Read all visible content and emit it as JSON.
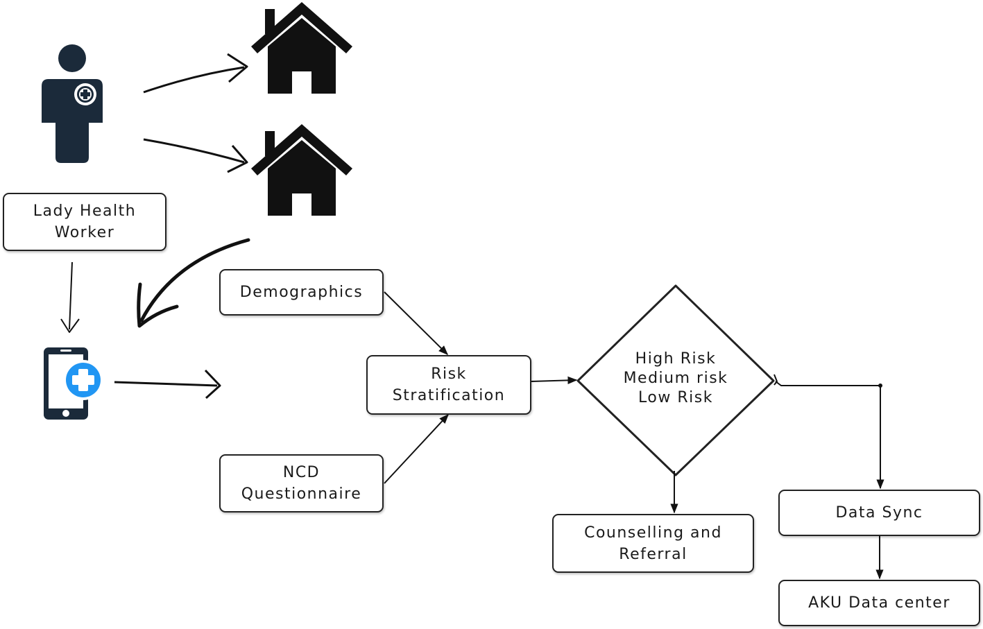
{
  "colors": {
    "icon_navy": "#1b2a3a",
    "accent_blue": "#2196f3",
    "line": "#111111",
    "box_border": "#222222"
  },
  "icons": {
    "worker": "health-worker-icon",
    "house": "house-icon",
    "phone": "mobile-health-app-icon"
  },
  "nodes": {
    "lady_health_worker": [
      "Lady Health",
      "Worker"
    ],
    "demographics": "Demographics",
    "ncd_questionnaire": [
      "NCD",
      "Questionnaire"
    ],
    "risk_stratification": [
      "Risk",
      "Stratification"
    ],
    "risk_levels": [
      "High Risk",
      "Medium risk",
      "Low Risk"
    ],
    "counselling_referral": [
      "Counselling and",
      "Referral"
    ],
    "data_sync": "Data Sync",
    "aku_data_center": "AKU Data center"
  }
}
